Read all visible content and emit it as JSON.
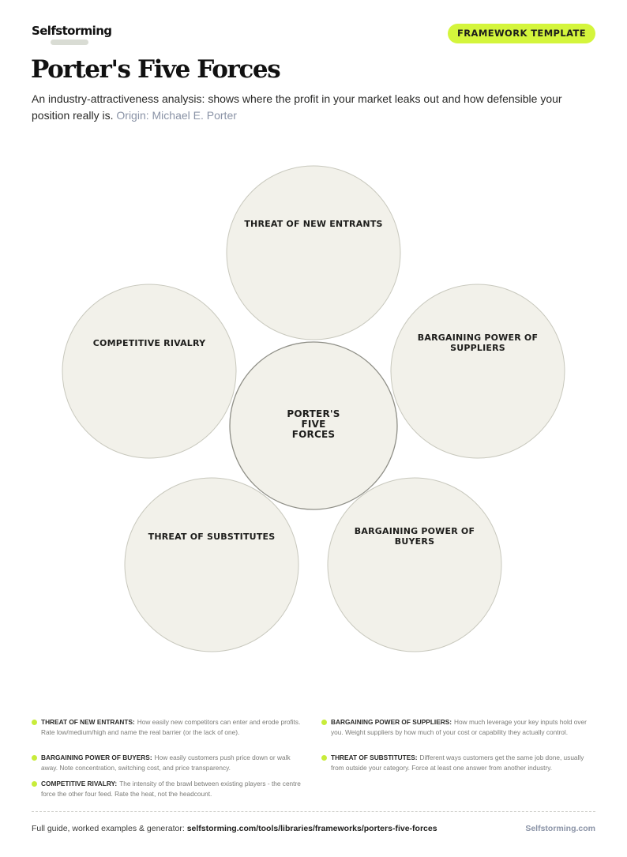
{
  "header": {
    "brand": "Selfstorming",
    "badge": "FRAMEWORK TEMPLATE"
  },
  "page": {
    "title": "Porter's Five Forces",
    "subtitle": "An industry-attractiveness analysis: shows where the profit in your market leaks out and how defensible your position really is.",
    "origin": "Origin: Michael E. Porter"
  },
  "diagram": {
    "center": [
      "PORTER'S",
      "FIVE",
      "FORCES"
    ],
    "forces": {
      "new_entrants": [
        "THREAT OF NEW ENTRANTS"
      ],
      "suppliers": [
        "BARGAINING POWER OF",
        "SUPPLIERS"
      ],
      "buyers": [
        "BARGAINING POWER OF",
        "BUYERS"
      ],
      "substitutes": [
        "THREAT OF SUBSTITUTES"
      ],
      "rivalry": [
        "COMPETITIVE RIVALRY"
      ]
    },
    "colors": {
      "fill": "#f2f1ea",
      "stroke": "#c8c8bd",
      "center_stroke": "#8f8f87",
      "accent": "#d4f53c"
    }
  },
  "legend": [
    {
      "term": "THREAT OF NEW ENTRANTS:",
      "desc": "How easily new competitors can enter and erode profits. Rate low/medium/high and name the real barrier (or the lack of one)."
    },
    {
      "term": "BARGAINING POWER OF SUPPLIERS:",
      "desc": "How much leverage your key inputs hold over you. Weight suppliers by how much of your cost or capability they actually control."
    },
    {
      "term": "BARGAINING POWER OF BUYERS:",
      "desc": "How easily customers push price down or walk away. Note concentration, switching cost, and price transparency."
    },
    {
      "term": "THREAT OF SUBSTITUTES:",
      "desc": "Different ways customers get the same job done, usually from outside your category. Force at least one answer from another industry."
    },
    {
      "term": "COMPETITIVE RIVALRY:",
      "desc": "The intensity of the brawl between existing players - the centre force the other four feed. Rate the heat, not the headcount."
    }
  ],
  "footer": {
    "prefix": "Full guide, worked examples & generator:",
    "url": "selfstorming.com/tools/libraries/frameworks/porters-five-forces",
    "site": "Selfstorming.com"
  }
}
